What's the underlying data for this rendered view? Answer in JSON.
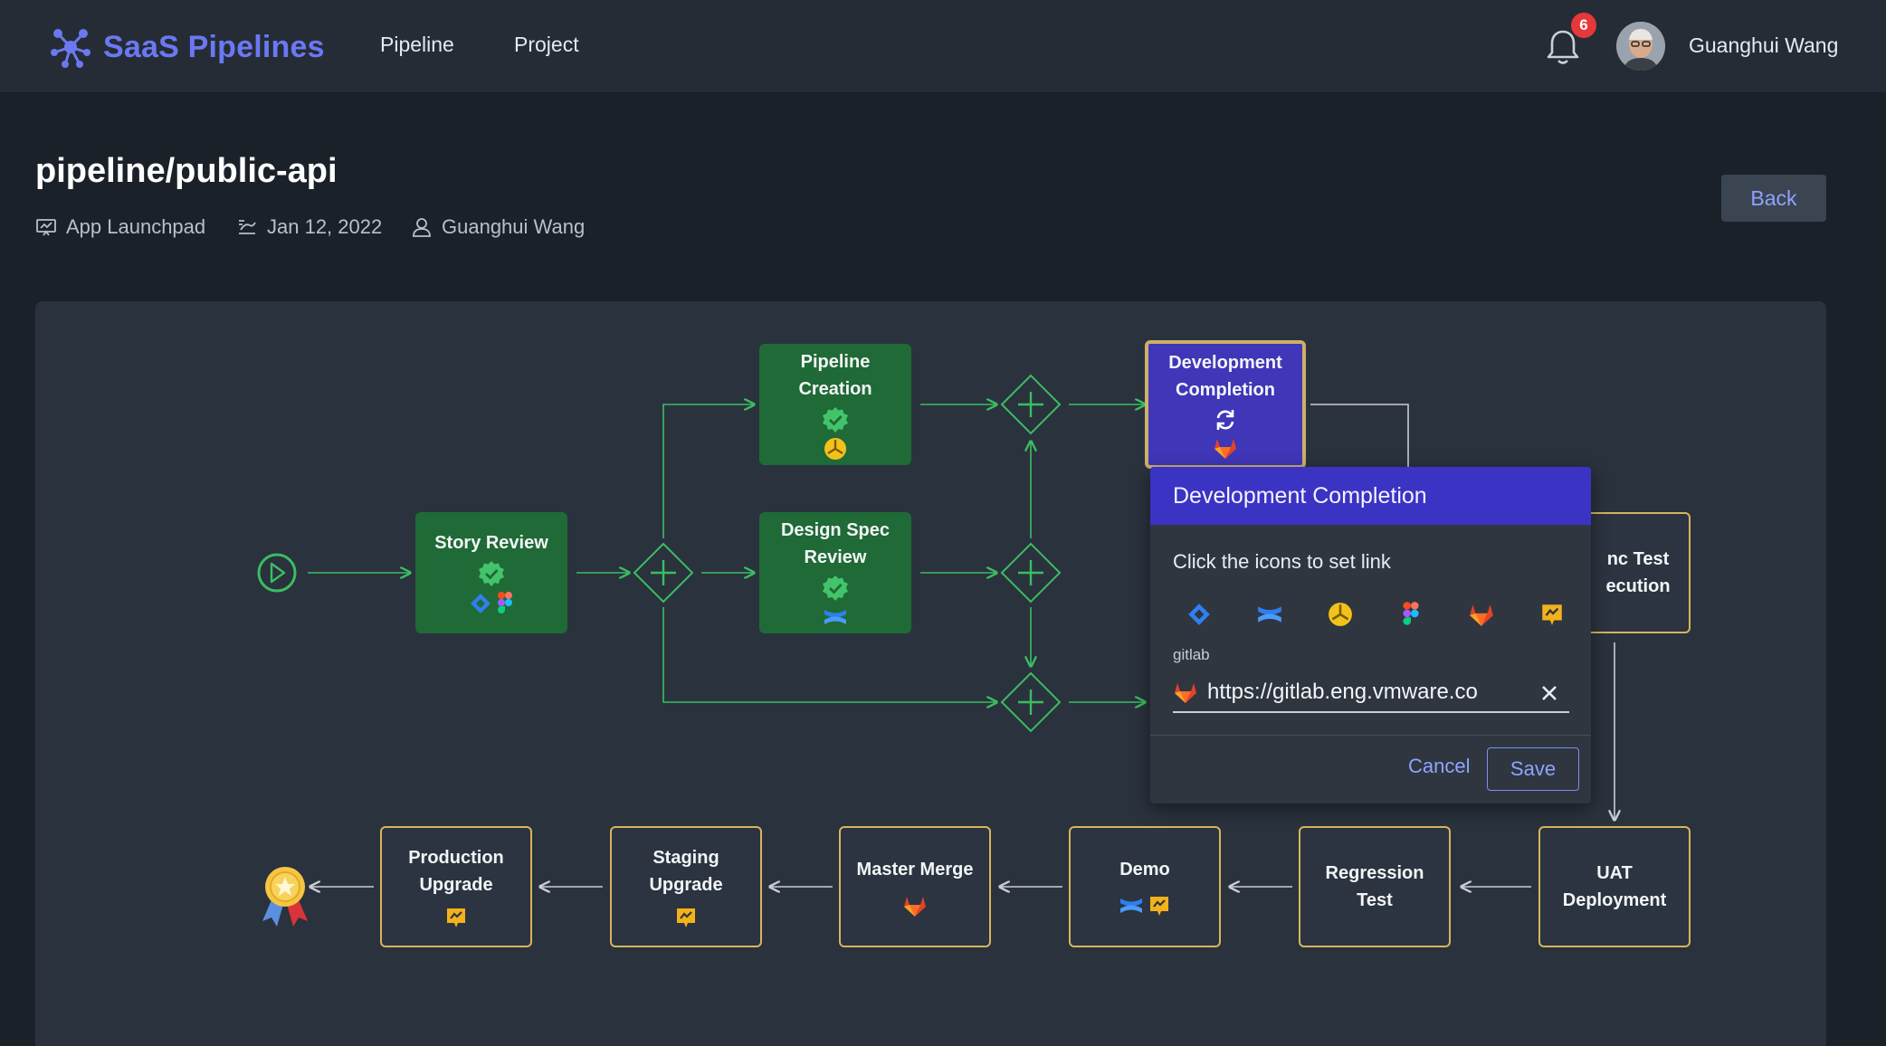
{
  "app": {
    "name": "SaaS Pipelines"
  },
  "nav": {
    "items": [
      "Pipeline",
      "Project"
    ]
  },
  "header": {
    "notifications": "6",
    "user": "Guanghui Wang"
  },
  "page": {
    "title": "pipeline/public-api",
    "project": "App Launchpad",
    "date": "Jan 12, 2022",
    "owner": "Guanghui Wang",
    "back_label": "Back"
  },
  "nodes": {
    "story_review": {
      "title": "Story Review",
      "status": "approved",
      "tools": [
        "jira-icon",
        "figma-icon"
      ]
    },
    "pipeline_creation": {
      "title": "Pipeline Creation",
      "status": "approved",
      "tools": [
        "jenkins-icon"
      ]
    },
    "design_spec_review": {
      "title": "Design Spec Review",
      "status": "approved",
      "tools": [
        "confluence-icon"
      ]
    },
    "development_completion": {
      "title": "Development Completion",
      "status": "in-progress",
      "tools": [
        "gitlab-icon"
      ]
    },
    "func_test": {
      "title": "nc Test ecution"
    },
    "uat_deployment": {
      "title": "UAT Deployment"
    },
    "regression_test": {
      "title": "Regression Test"
    },
    "demo": {
      "title": "Demo",
      "tools": [
        "confluence-icon",
        "report-icon"
      ]
    },
    "master_merge": {
      "title": "Master Merge",
      "tools": [
        "gitlab-icon"
      ]
    },
    "staging_upgrade": {
      "title": "Staging Upgrade",
      "tools": [
        "report-icon"
      ]
    },
    "production_upgrade": {
      "title": "Production Upgrade",
      "tools": [
        "report-icon"
      ]
    }
  },
  "popup": {
    "title": "Development Completion",
    "hint": "Click the icons to set link",
    "tools": [
      "jira-icon",
      "confluence-icon",
      "jenkins-icon",
      "figma-icon",
      "gitlab-icon",
      "report-icon"
    ],
    "field_label": "gitlab",
    "field_value": "https://gitlab.eng.vmware.co",
    "cancel_label": "Cancel",
    "save_label": "Save"
  },
  "colors": {
    "brand": "#6b78f2",
    "node_done": "#1f6a36",
    "node_active": "#3f36b8",
    "node_pending_border": "#d7b55a",
    "connector": "#3bbd62"
  }
}
